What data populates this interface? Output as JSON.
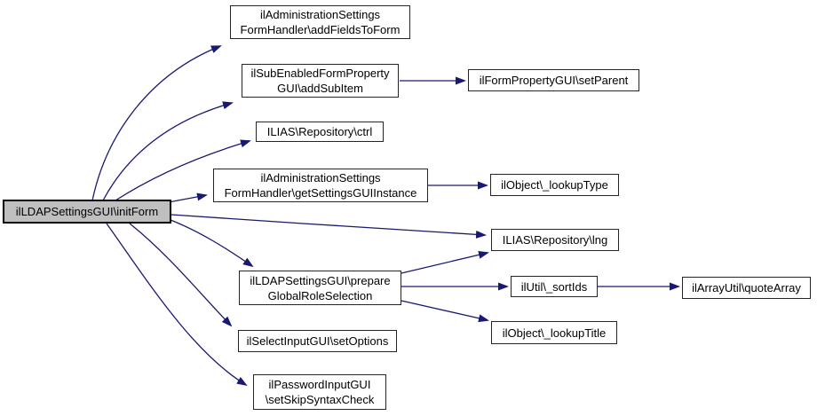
{
  "diagram": {
    "kind": "doxygen-call-graph",
    "root_function": "ilLDAPSettingsGUI\\initForm",
    "colors": {
      "edge": "#191970",
      "node_border": "#242424",
      "node_fill": "#ffffff",
      "root_fill": "#bfbfbf",
      "text": "#000000",
      "background": "#ffffff"
    },
    "nodes": {
      "init_form": {
        "lines": [
          "ilLDAPSettingsGUI\\initForm"
        ]
      },
      "add_fields_to_form": {
        "lines": [
          "ilAdministrationSettings",
          "FormHandler\\addFieldsToForm"
        ]
      },
      "add_sub_item": {
        "lines": [
          "ilSubEnabledFormProperty",
          "GUI\\addSubItem"
        ]
      },
      "set_parent": {
        "lines": [
          "ilFormPropertyGUI\\setParent"
        ]
      },
      "ctrl": {
        "lines": [
          "ILIAS\\Repository\\ctrl"
        ]
      },
      "get_settings_gui_instance": {
        "lines": [
          "ilAdministrationSettings",
          "FormHandler\\getSettingsGUIInstance"
        ]
      },
      "lookup_type": {
        "lines": [
          "ilObject\\_lookupType"
        ]
      },
      "lng": {
        "lines": [
          "ILIAS\\Repository\\lng"
        ]
      },
      "prepare_global_role_selection": {
        "lines": [
          "ilLDAPSettingsGUI\\prepare",
          "GlobalRoleSelection"
        ]
      },
      "set_options": {
        "lines": [
          "ilSelectInputGUI\\setOptions"
        ]
      },
      "sort_ids": {
        "lines": [
          "ilUtil\\_sortIds"
        ]
      },
      "quote_array": {
        "lines": [
          "ilArrayUtil\\quoteArray"
        ]
      },
      "lookup_title": {
        "lines": [
          "ilObject\\_lookupTitle"
        ]
      },
      "set_skip_syntax_check": {
        "lines": [
          "ilPasswordInputGUI",
          "\\setSkipSyntaxCheck"
        ]
      }
    },
    "edges": [
      {
        "from": "ilLDAPSettingsGUI\\initForm",
        "to": "ilAdministrationSettingsFormHandler\\addFieldsToForm"
      },
      {
        "from": "ilLDAPSettingsGUI\\initForm",
        "to": "ilSubEnabledFormPropertyGUI\\addSubItem"
      },
      {
        "from": "ilLDAPSettingsGUI\\initForm",
        "to": "ILIAS\\Repository\\ctrl"
      },
      {
        "from": "ilLDAPSettingsGUI\\initForm",
        "to": "ilAdministrationSettingsFormHandler\\getSettingsGUIInstance"
      },
      {
        "from": "ilLDAPSettingsGUI\\initForm",
        "to": "ILIAS\\Repository\\lng"
      },
      {
        "from": "ilLDAPSettingsGUI\\initForm",
        "to": "ilLDAPSettingsGUI\\prepareGlobalRoleSelection"
      },
      {
        "from": "ilLDAPSettingsGUI\\initForm",
        "to": "ilSelectInputGUI\\setOptions"
      },
      {
        "from": "ilLDAPSettingsGUI\\initForm",
        "to": "ilPasswordInputGUI\\setSkipSyntaxCheck"
      },
      {
        "from": "ilSubEnabledFormPropertyGUI\\addSubItem",
        "to": "ilFormPropertyGUI\\setParent"
      },
      {
        "from": "ilAdministrationSettingsFormHandler\\getSettingsGUIInstance",
        "to": "ilObject\\_lookupType"
      },
      {
        "from": "ilLDAPSettingsGUI\\prepareGlobalRoleSelection",
        "to": "ILIAS\\Repository\\lng"
      },
      {
        "from": "ilLDAPSettingsGUI\\prepareGlobalRoleSelection",
        "to": "ilUtil\\_sortIds"
      },
      {
        "from": "ilLDAPSettingsGUI\\prepareGlobalRoleSelection",
        "to": "ilObject\\_lookupTitle"
      },
      {
        "from": "ilUtil\\_sortIds",
        "to": "ilArrayUtil\\quoteArray"
      }
    ]
  }
}
